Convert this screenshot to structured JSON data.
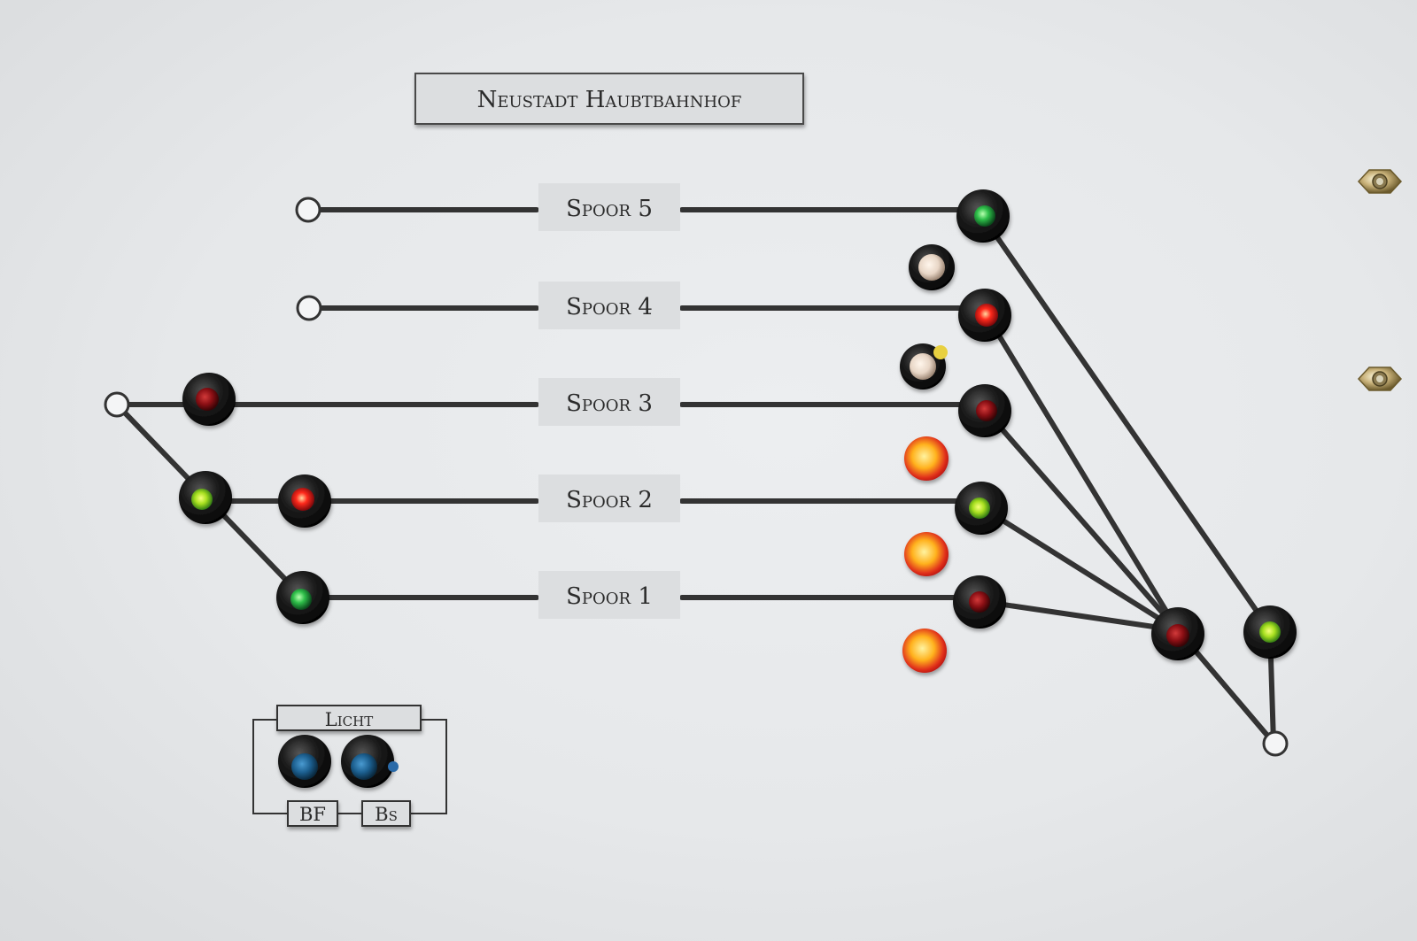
{
  "panel": {
    "title": "Neustadt Haubtbahnhof",
    "tracks": [
      {
        "label": "Spoor 5"
      },
      {
        "label": "Spoor 4"
      },
      {
        "label": "Spoor 3"
      },
      {
        "label": "Spoor 2"
      },
      {
        "label": "Spoor 1"
      }
    ],
    "light_box": {
      "title": "Licht",
      "buttons": [
        {
          "label": "BF"
        },
        {
          "label": "Bs"
        }
      ]
    }
  },
  "colors": {
    "panel": "#e9ebed",
    "track_line": "#333333",
    "label_bg": "#dcdee0",
    "text": "#2b2b2b",
    "led_green": "#2fbf4a",
    "led_green_yellow": "#a8e020",
    "led_red": "#e0141c",
    "led_dark_red": "#8a0f14",
    "led_amber": "#ffb21e",
    "led_off": "#e8d6c6",
    "button_blue": "#1c5f8f",
    "bezel": "#141414"
  },
  "leds": [
    {
      "id": "s5-right",
      "color": "green",
      "lit": true
    },
    {
      "id": "s4-right",
      "color": "red",
      "lit": true
    },
    {
      "id": "s3-right",
      "color": "dark-red",
      "lit": false
    },
    {
      "id": "s2-right",
      "color": "green-yellow",
      "lit": true
    },
    {
      "id": "s1-right",
      "color": "dark-red",
      "lit": false
    },
    {
      "id": "s3-left",
      "color": "dark-red",
      "lit": false
    },
    {
      "id": "s2-left-outer",
      "color": "green-yellow",
      "lit": true
    },
    {
      "id": "s2-left-inner",
      "color": "red",
      "lit": true
    },
    {
      "id": "s1-left",
      "color": "green",
      "lit": true
    },
    {
      "id": "junction-inner",
      "color": "dark-red",
      "lit": false
    },
    {
      "id": "junction-outer",
      "color": "green",
      "lit": true
    },
    {
      "id": "indicator-1",
      "color": "off",
      "lit": false
    },
    {
      "id": "indicator-2",
      "color": "off",
      "lit": false
    },
    {
      "id": "indicator-3",
      "color": "amber",
      "lit": true
    },
    {
      "id": "indicator-4",
      "color": "amber",
      "lit": true
    },
    {
      "id": "indicator-5",
      "color": "amber",
      "lit": true
    }
  ]
}
